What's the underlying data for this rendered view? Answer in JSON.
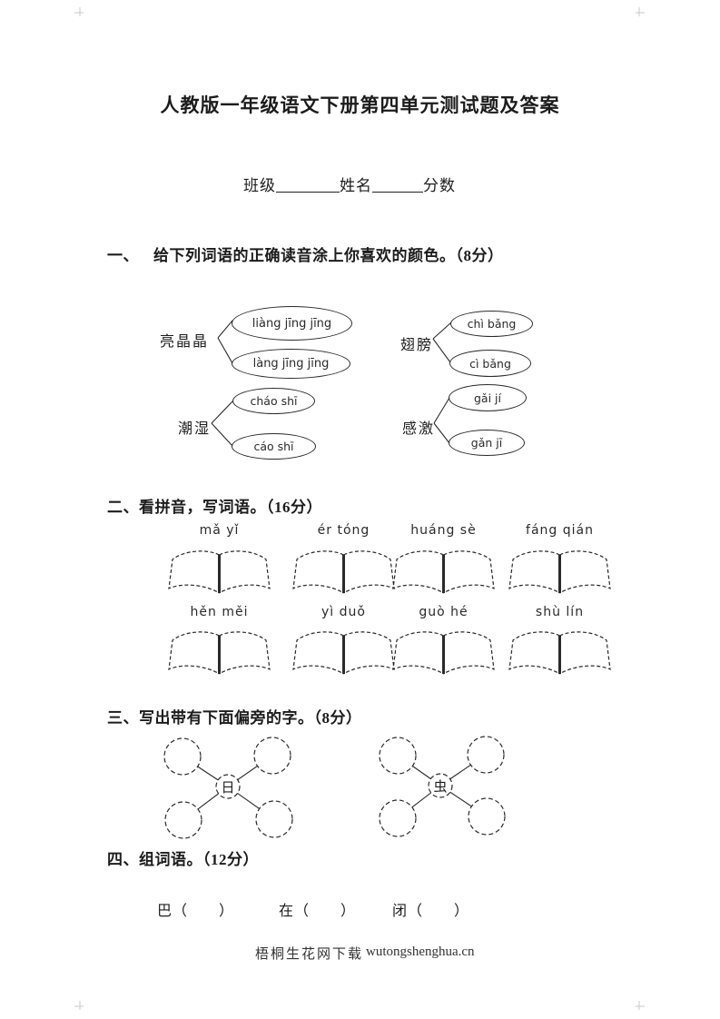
{
  "page": {
    "title": "人教版一年级语文下册第四单元测试题及答案"
  },
  "header": {
    "class_label": "班级",
    "name_label": "姓名",
    "score_label": "分数"
  },
  "sections": {
    "one": {
      "number": "一、",
      "text": "给下列词语的正确读音涂上你喜欢的颜色。（8分）",
      "groups": [
        {
          "word": "亮晶晶",
          "option1": "liàng jīng jīng",
          "option2": "làng jīng jīng"
        },
        {
          "word": "潮湿",
          "option1": "cháo shī",
          "option2": "cáo shī"
        },
        {
          "word": "翅膀",
          "option1": "chì bǎng",
          "option2": "cì bǎng"
        },
        {
          "word": "感激",
          "option1": "gǎi jí",
          "option2": "gǎn jī"
        }
      ]
    },
    "two": {
      "number": "二、",
      "text": "看拼音，写词语。（16分）",
      "pinyin_row1": [
        "mǎ yǐ",
        "ér tóng",
        "huáng sè",
        "fáng qián"
      ],
      "pinyin_row2": [
        "hěn měi",
        "yì duǒ",
        "guò hé",
        "shù lín"
      ]
    },
    "three": {
      "number": "三、",
      "text": "写出带有下面偏旁的字。（8分）",
      "radical1": "日",
      "radical2": "虫"
    },
    "four": {
      "number": "四、",
      "text": "组词语。（12分）",
      "items": [
        "巴（　　）",
        "在（　　）",
        "闭（　　）"
      ]
    }
  },
  "footer": {
    "site_name": "梧桐生花网下载",
    "site_url": "wutongshenghua.cn"
  }
}
